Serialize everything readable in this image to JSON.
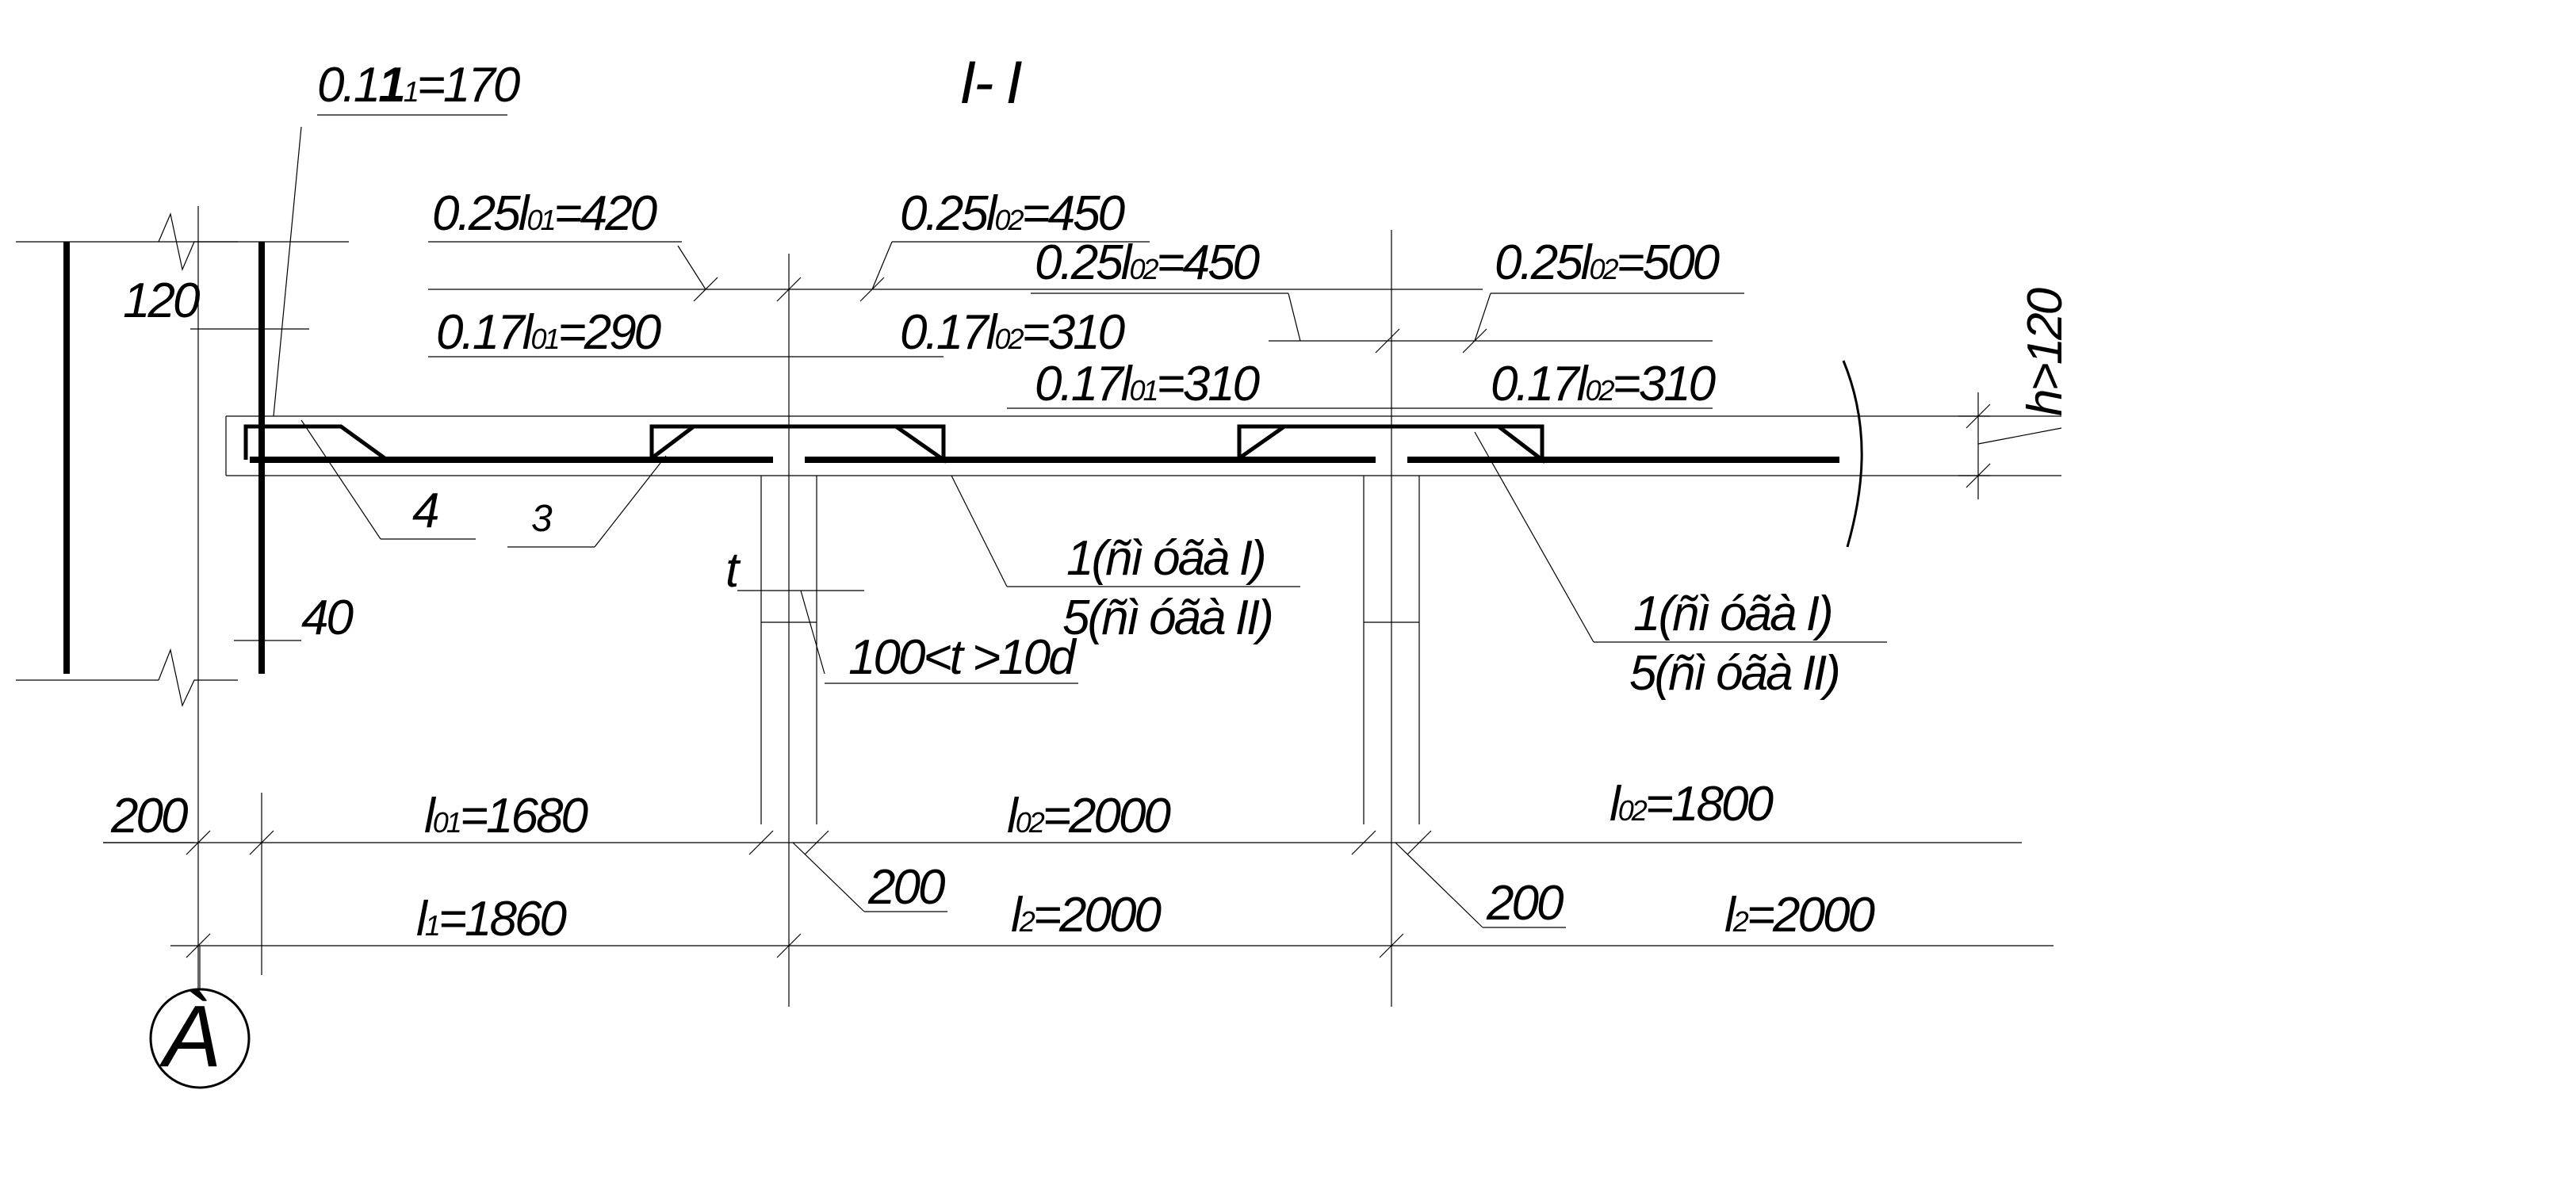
{
  "section_title": "I- I",
  "axis_marker": "À",
  "labels": {
    "l1_top": "0.1",
    "l1_top_b": "1",
    "l1_top_sub": "1",
    "l1_top_val": "=170",
    "d120": "120",
    "d40": "40",
    "mark4": "4",
    "mark3": "3",
    "t": "t",
    "t_cond": "100<t >10d",
    "h_cond": "h>120",
    "a1_main": "0.25l",
    "a1_sub": "01",
    "a1_val": "=420",
    "a2_main": "0.25l",
    "a2_sub": "02",
    "a2_val": "=450",
    "a3_main": "0.25l",
    "a3_sub": "02",
    "a3_val": "=450",
    "a4_main": "0.25l",
    "a4_sub": "02",
    "a4_val": "=500",
    "b1_main": "0.17l",
    "b1_sub": "01",
    "b1_val": "=290",
    "b2_main": "0.17l",
    "b2_sub": "02",
    "b2_val": "=310",
    "b3_main": "0.17l",
    "b3_sub": "01",
    "b3_val": "=310",
    "b4_main": "0.17l",
    "b4_sub": "02",
    "b4_val": "=310",
    "note1_top": "1(ñì óãà  I)",
    "note1_bot": "5(ñì óãà  II)",
    "note2_top": "1(ñì óãà  I)",
    "note2_bot": "5(ñì óãà  II)",
    "d200_left": "200",
    "d200_mid1": "200",
    "d200_mid2": "200",
    "s1_main": "l",
    "s1_sub": "01",
    "s1_val": "=1680",
    "s2_main": "l",
    "s2_sub": "02",
    "s2_val": "=2000",
    "s3_main": "l",
    "s3_sub": "02",
    "s3_val": "=1800",
    "t1_main": "l",
    "t1_sub": "1",
    "t1_val": "=1860",
    "t2_main": "l",
    "t2_sub": "2",
    "t2_val": "=2000",
    "t3_main": "l",
    "t3_sub": "2",
    "t3_val": "=2000"
  }
}
